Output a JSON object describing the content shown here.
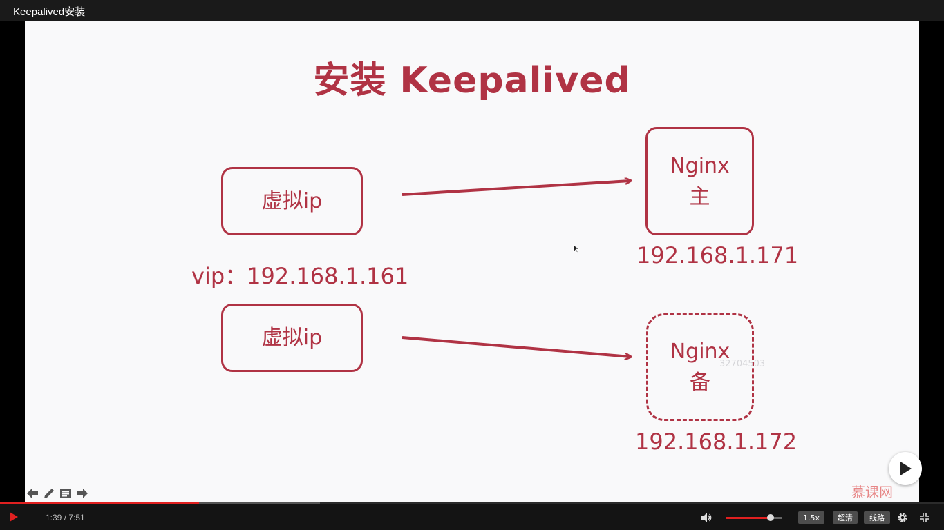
{
  "window": {
    "title": "Keepalived安装"
  },
  "slide": {
    "title": "安装 Keepalived",
    "vip_box_top": "虚拟ip",
    "vip_box_bottom": "虚拟ip",
    "vip_label": "vip：192.168.1.161",
    "master_line1": "Nginx",
    "master_line2": "主",
    "master_ip": "192.168.1.171",
    "backup_line1": "Nginx",
    "backup_line2": "备",
    "backup_ip": "192.168.1.172",
    "watermark": "32704503",
    "accent": "#b03344"
  },
  "player": {
    "logo": "慕课网",
    "time": "1:39 / 7:51",
    "progress_fraction": 0.211,
    "volume_fraction": 0.8,
    "speed": "1.5x",
    "quality": "超清",
    "route": "线路",
    "icons": [
      "play-icon",
      "volume-icon",
      "gear-icon",
      "fullscreen-exit-icon",
      "big-play-icon",
      "arrow-left-icon",
      "pencil-icon",
      "notes-icon",
      "arrow-right-icon"
    ]
  }
}
